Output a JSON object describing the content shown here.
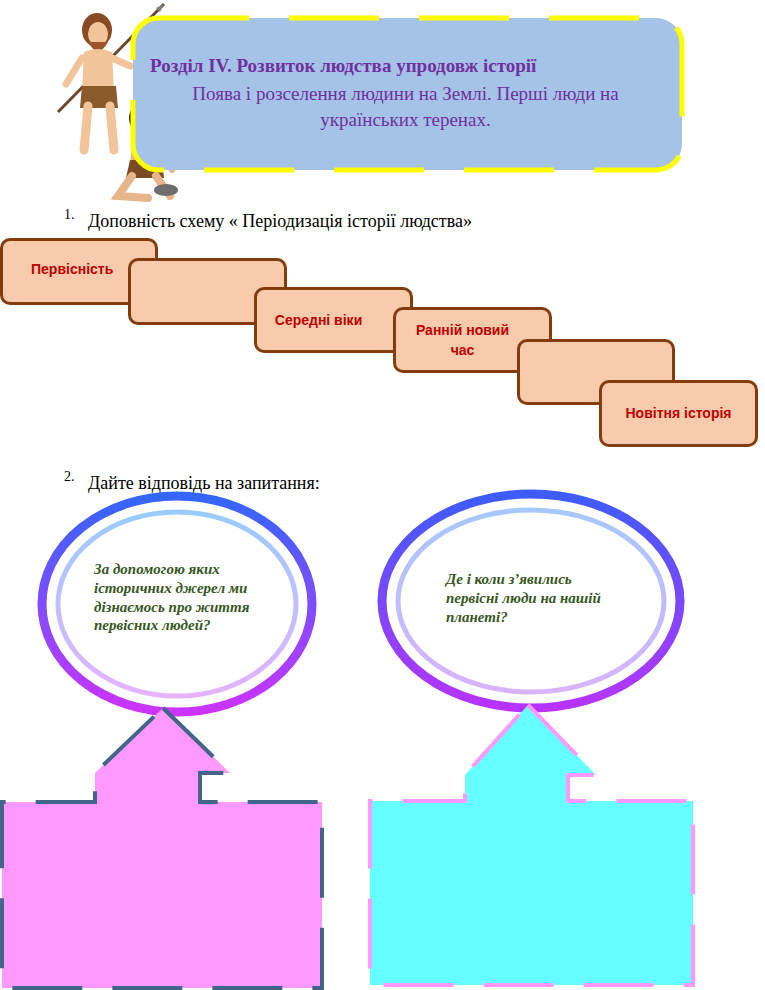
{
  "diagram": {
    "nodes": [
      {
        "text": [
          "Розділ IV. Розвиток людства упродовж історії",
          "Поява і розселення людини на Землі. Перші люди на українських теренах."
        ]
      },
      {
        "text": [
          "Первісність"
        ]
      },
      {
        "text": []
      },
      {
        "text": [
          "Середні віки"
        ]
      },
      {
        "text": [
          "Ранній новий час"
        ]
      },
      {
        "text": []
      },
      {
        "text": [
          "Новітня історія"
        ]
      },
      {
        "text": [
          "За допомогою яких історичних джерел ми дізнаємось про життя первісних людей?"
        ]
      },
      {
        "text": [
          "Де і коли з’явились первісні люди на нашій планеті?"
        ]
      },
      {
        "text": []
      },
      {
        "text": []
      }
    ],
    "labels": [
      "1.",
      "Доповність схему « Періодизація історії людства»",
      "2.",
      "Дайте відповідь на запитання:"
    ]
  }
}
